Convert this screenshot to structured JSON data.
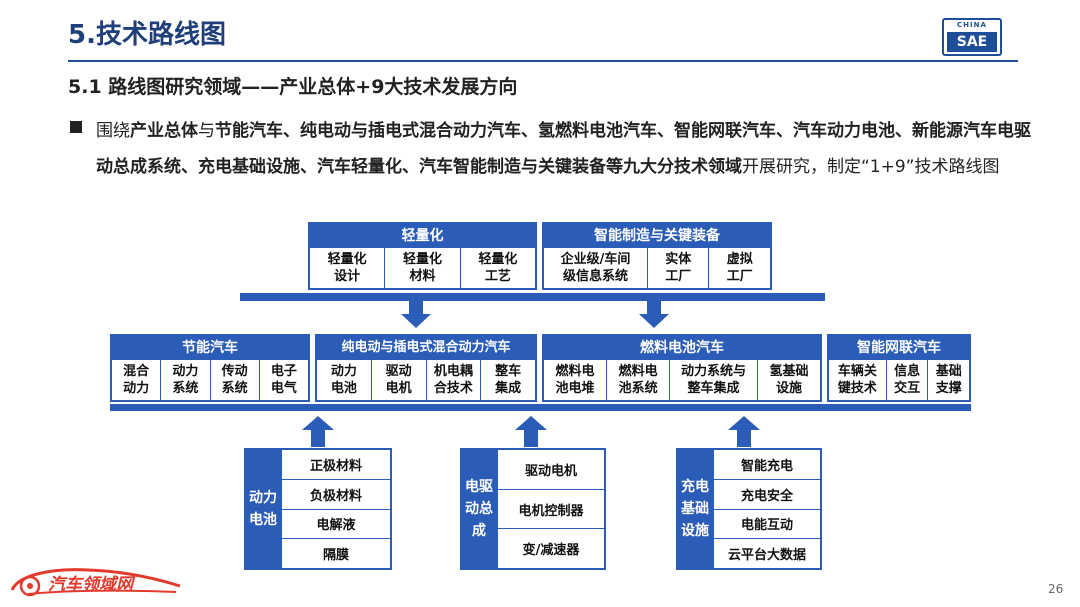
{
  "title": "5.技术路线图",
  "logo": {
    "top": "CHINA",
    "bottom": "SAE"
  },
  "subtitle": "5.1  路线图研究领域——产业总体+9大技术发展方向",
  "paragraph": {
    "p1": "围绕",
    "b1": "产业总体",
    "p2": "与",
    "b2": "节能汽车、纯电动与插电式混合动力汽车、氢燃料电池汽车、智能网联汽车、汽车动力电池、新能源汽车电驱动总成系统、充电基础设施、汽车轻量化、汽车智能制造与关键装备等九大分技术领域",
    "p3": "开展研究，制定“1+9”技术路线图"
  },
  "top_boxes": [
    {
      "header": "轻量化",
      "cells": [
        "轻量化\n设计",
        "轻量化\n材料",
        "轻量化\n工艺"
      ]
    },
    {
      "header": "智能制造与关键装备",
      "cells": [
        "企业级/车间\n级信息系统",
        "实体\n工厂",
        "虚拟\n工厂"
      ]
    }
  ],
  "mid_boxes": [
    {
      "header": "节能汽车",
      "cells": [
        "混合\n动力",
        "动力\n系统",
        "传动\n系统",
        "电子\n电气"
      ]
    },
    {
      "header": "纯电动与插电式混合动力汽车",
      "cells": [
        "动力\n电池",
        "驱动\n电机",
        "机电耦\n合技术",
        "整车\n集成"
      ]
    },
    {
      "header": "燃料电池汽车",
      "cells": [
        "燃料电\n池电堆",
        "燃料电\n池系统",
        "动力系统与\n整车集成",
        "氢基础\n设施"
      ]
    },
    {
      "header": "智能网联汽车",
      "cells": [
        "车辆关\n键技术",
        "信息\n交互",
        "基础\n支撑"
      ]
    }
  ],
  "bottom_boxes": [
    {
      "label": "动力电池",
      "items": [
        "正极材料",
        "负极材料",
        "电解液",
        "隔膜"
      ]
    },
    {
      "label": "电驱动总成",
      "items": [
        "驱动电机",
        "电机控制器",
        "变/减速器"
      ]
    },
    {
      "label": "充电基础设施",
      "items": [
        "智能充电",
        "充电安全",
        "电能互动",
        "云平台大数据"
      ]
    }
  ],
  "watermark": "汽车领域网",
  "page_number": "26",
  "colors": {
    "primary": "#2a5cb8",
    "title": "#1f3f7a",
    "watermark": "#e23b2e"
  }
}
